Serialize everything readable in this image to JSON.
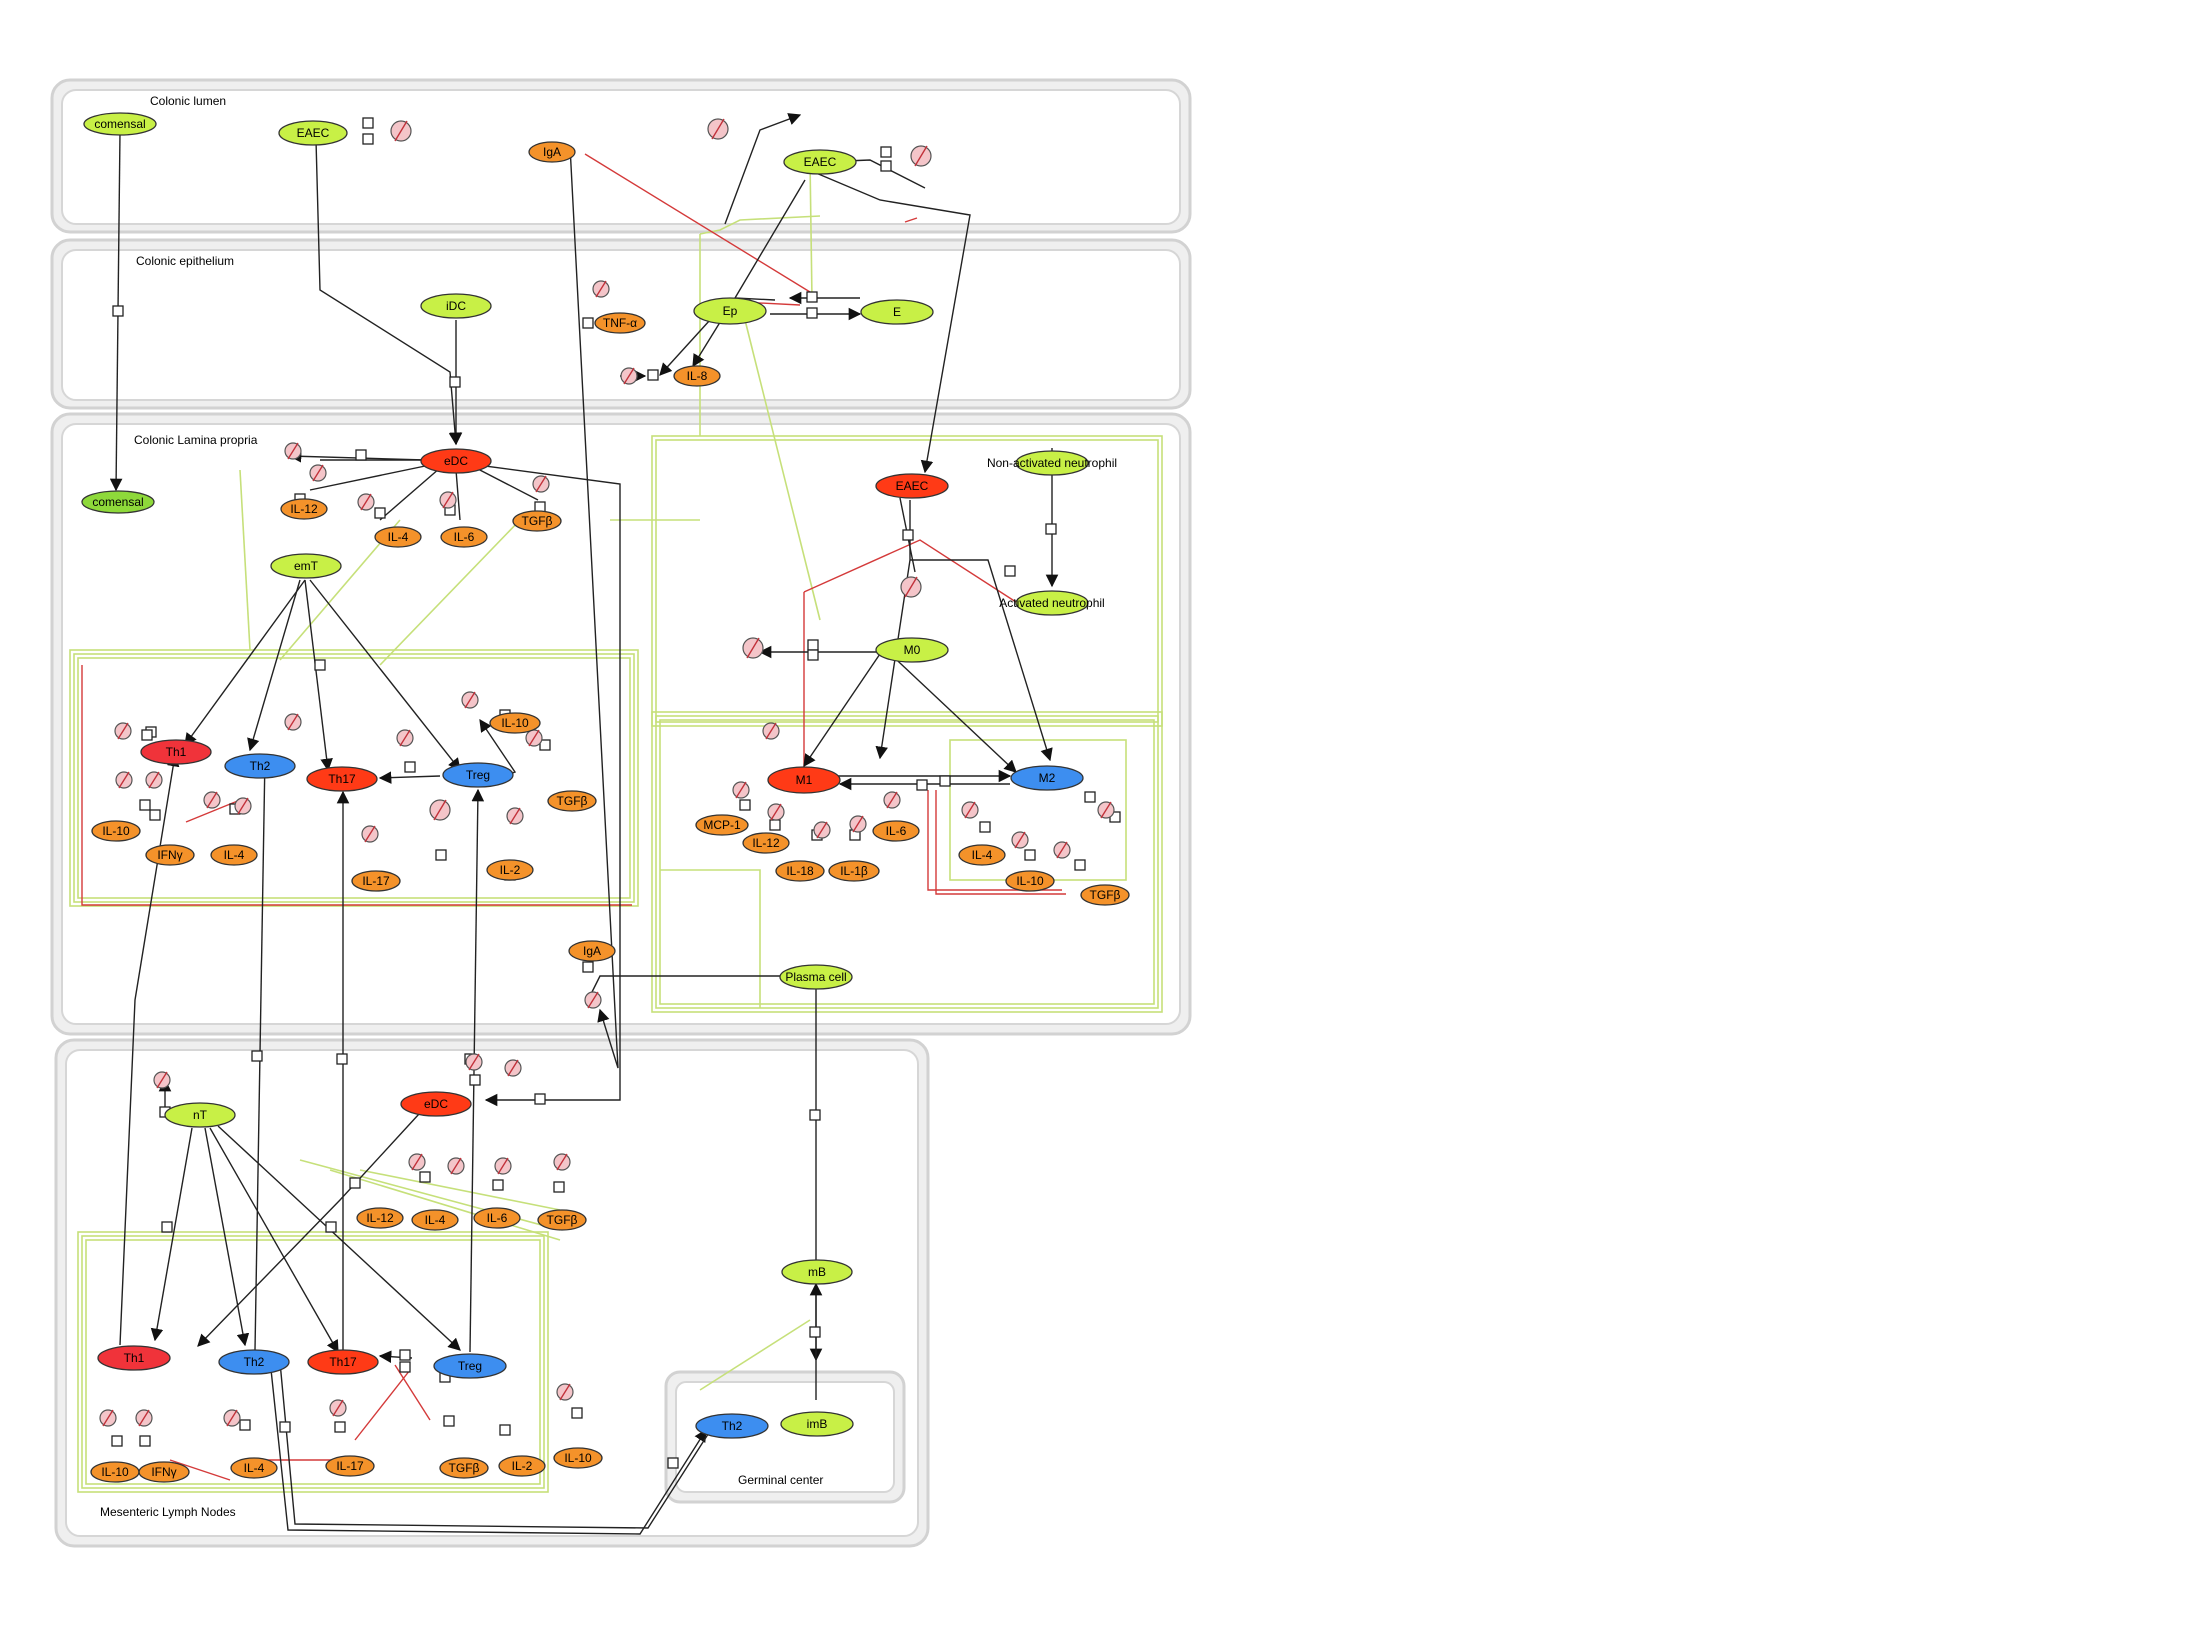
{
  "compartments": [
    {
      "id": "lumen",
      "label": "Colonic lumen"
    },
    {
      "id": "epithelium",
      "label": "Colonic epithelium"
    },
    {
      "id": "lamina",
      "label": "Colonic Lamina propria"
    },
    {
      "id": "mln",
      "label": "Mesenteric Lymph Nodes"
    },
    {
      "id": "germinal",
      "label": "Germinal center"
    }
  ],
  "colors": {
    "cell_green": "#c8f046",
    "commensal_green": "#8ed93a",
    "cytokine_orange": "#f4922a",
    "effector_red": "#ff3a16",
    "th1_red": "#f0333a",
    "th2_blue": "#3d8ef0",
    "inhibition_red": "#d43a3a",
    "context_green": "#c6e07a",
    "degradation_pink": "#f4c5c9"
  },
  "nodes": [
    {
      "id": "comensal-lumen",
      "label": "comensal",
      "type": "cell"
    },
    {
      "id": "eaec-lumen-left",
      "label": "EAEC",
      "type": "cell"
    },
    {
      "id": "iga-lumen",
      "label": "IgA",
      "type": "cytokine"
    },
    {
      "id": "eaec-lumen-right",
      "label": "EAEC",
      "type": "cell"
    },
    {
      "id": "idc",
      "label": "iDC",
      "type": "cell"
    },
    {
      "id": "tnfa",
      "label": "TNF-α",
      "type": "cytokine"
    },
    {
      "id": "ep",
      "label": "Ep",
      "type": "cell"
    },
    {
      "id": "e",
      "label": "E",
      "type": "cell"
    },
    {
      "id": "il8",
      "label": "IL-8",
      "type": "cytokine"
    },
    {
      "id": "comensal-lp",
      "label": "comensal",
      "type": "commensal"
    },
    {
      "id": "edc-lp",
      "label": "eDC",
      "type": "effector"
    },
    {
      "id": "il12-lp",
      "label": "IL-12",
      "type": "cytokine"
    },
    {
      "id": "il4-lp-dc",
      "label": "IL-4",
      "type": "cytokine"
    },
    {
      "id": "il6-lp-dc",
      "label": "IL-6",
      "type": "cytokine"
    },
    {
      "id": "tgfb-lp-dc",
      "label": "TGFβ",
      "type": "cytokine"
    },
    {
      "id": "emt",
      "label": "emT",
      "type": "cell"
    },
    {
      "id": "th1-lp",
      "label": "Th1",
      "type": "th1"
    },
    {
      "id": "th2-lp",
      "label": "Th2",
      "type": "th2"
    },
    {
      "id": "th17-lp",
      "label": "Th17",
      "type": "effector"
    },
    {
      "id": "treg-lp",
      "label": "Treg",
      "type": "th2"
    },
    {
      "id": "il10-lp-treg",
      "label": "IL-10",
      "type": "cytokine"
    },
    {
      "id": "tgfb-lp-treg",
      "label": "TGFβ",
      "type": "cytokine"
    },
    {
      "id": "il2-lp",
      "label": "IL-2",
      "type": "cytokine"
    },
    {
      "id": "il17-lp",
      "label": "IL-17",
      "type": "cytokine"
    },
    {
      "id": "il10-lp-th1",
      "label": "IL-10",
      "type": "cytokine"
    },
    {
      "id": "ifng-lp",
      "label": "IFNγ",
      "type": "cytokine"
    },
    {
      "id": "il4-lp-th",
      "label": "IL-4",
      "type": "cytokine"
    },
    {
      "id": "eaec-lp",
      "label": "EAEC",
      "type": "effector"
    },
    {
      "id": "na-neutrophil",
      "label": "Non-activated neutrophil",
      "type": "cell"
    },
    {
      "id": "a-neutrophil",
      "label": "Activated neutrophil",
      "type": "cell"
    },
    {
      "id": "m0",
      "label": "M0",
      "type": "cell"
    },
    {
      "id": "m1",
      "label": "M1",
      "type": "effector"
    },
    {
      "id": "m2",
      "label": "M2",
      "type": "th2"
    },
    {
      "id": "mcp1",
      "label": "MCP-1",
      "type": "cytokine"
    },
    {
      "id": "il12-m1",
      "label": "IL-12",
      "type": "cytokine"
    },
    {
      "id": "il18",
      "label": "IL-18",
      "type": "cytokine"
    },
    {
      "id": "il1b",
      "label": "IL-1β",
      "type": "cytokine"
    },
    {
      "id": "il6-m1",
      "label": "IL-6",
      "type": "cytokine"
    },
    {
      "id": "il4-m2",
      "label": "IL-4",
      "type": "cytokine"
    },
    {
      "id": "il10-m2",
      "label": "IL-10",
      "type": "cytokine"
    },
    {
      "id": "tgfb-m2",
      "label": "TGFβ",
      "type": "cytokine"
    },
    {
      "id": "iga-lp",
      "label": "IgA",
      "type": "cytokine"
    },
    {
      "id": "plasma-cell",
      "label": "Plasma cell",
      "type": "cell"
    },
    {
      "id": "nt",
      "label": "nT",
      "type": "cell"
    },
    {
      "id": "edc-mln",
      "label": "eDC",
      "type": "effector"
    },
    {
      "id": "il12-mln",
      "label": "IL-12",
      "type": "cytokine"
    },
    {
      "id": "il4-mln-dc",
      "label": "IL-4",
      "type": "cytokine"
    },
    {
      "id": "il6-mln",
      "label": "IL-6",
      "type": "cytokine"
    },
    {
      "id": "tgfb-mln-dc",
      "label": "TGFβ",
      "type": "cytokine"
    },
    {
      "id": "th1-mln",
      "label": "Th1",
      "type": "th1"
    },
    {
      "id": "th2-mln",
      "label": "Th2",
      "type": "th2"
    },
    {
      "id": "th17-mln",
      "label": "Th17",
      "type": "effector"
    },
    {
      "id": "treg-mln",
      "label": "Treg",
      "type": "th2"
    },
    {
      "id": "il10-mln-th1",
      "label": "IL-10",
      "type": "cytokine"
    },
    {
      "id": "ifng-mln",
      "label": "IFNγ",
      "type": "cytokine"
    },
    {
      "id": "il4-mln-th",
      "label": "IL-4",
      "type": "cytokine"
    },
    {
      "id": "il17-mln",
      "label": "IL-17",
      "type": "cytokine"
    },
    {
      "id": "tgfb-mln-treg",
      "label": "TGFβ",
      "type": "cytokine"
    },
    {
      "id": "il2-mln",
      "label": "IL-2",
      "type": "cytokine"
    },
    {
      "id": "il10-mln-treg",
      "label": "IL-10",
      "type": "cytokine"
    },
    {
      "id": "mb",
      "label": "mB",
      "type": "cell"
    },
    {
      "id": "th2-gc",
      "label": "Th2",
      "type": "th2"
    },
    {
      "id": "imb",
      "label": "imB",
      "type": "cell"
    }
  ]
}
